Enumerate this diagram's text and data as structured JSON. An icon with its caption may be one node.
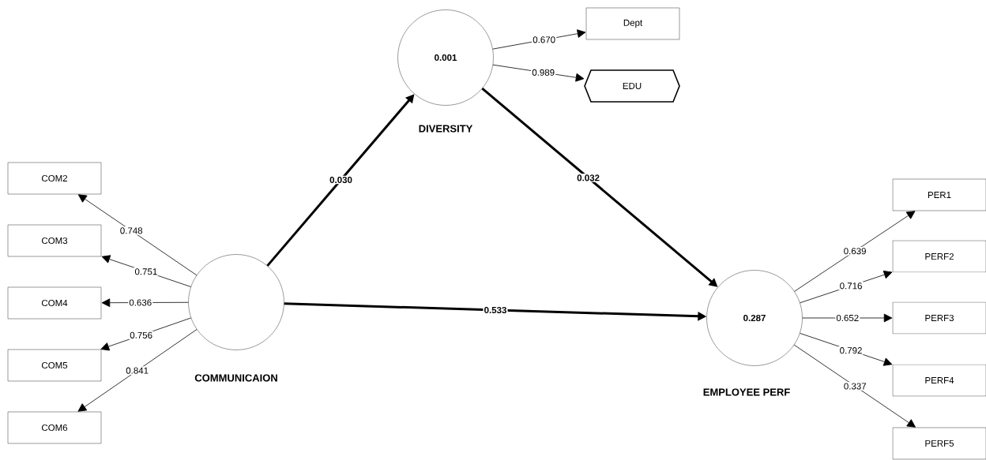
{
  "diagram": {
    "nodes": [
      {
        "text": [
          "0.001",
          "DIVERSITY"
        ]
      },
      {
        "text": [
          "Dept"
        ]
      },
      {
        "text": [
          "EDU"
        ]
      },
      {
        "text": [
          "COMMUNICAION"
        ]
      },
      {
        "text": [
          "COM2"
        ]
      },
      {
        "text": [
          "COM3"
        ]
      },
      {
        "text": [
          "COM4"
        ]
      },
      {
        "text": [
          "COM5"
        ]
      },
      {
        "text": [
          "COM6"
        ]
      },
      {
        "text": [
          "0.287",
          "EMPLOYEE PERF"
        ]
      },
      {
        "text": [
          "PER1"
        ]
      },
      {
        "text": [
          "PERF2"
        ]
      },
      {
        "text": [
          "PERF3"
        ]
      },
      {
        "text": [
          "PERF4"
        ]
      },
      {
        "text": [
          "PERF5"
        ]
      }
    ],
    "edges": [
      {
        "from": 3,
        "to": 0,
        "arrow": "to",
        "label": "0.030",
        "style": "thick"
      },
      {
        "from": 0,
        "to": 9,
        "arrow": "to",
        "label": "0.032",
        "style": "thick"
      },
      {
        "from": 3,
        "to": 9,
        "arrow": "to",
        "label": "0.533",
        "style": "thick"
      },
      {
        "from": 0,
        "to": 1,
        "arrow": "to",
        "label": "0.670"
      },
      {
        "from": 0,
        "to": 2,
        "arrow": "to",
        "label": "0.989"
      },
      {
        "from": 3,
        "to": 4,
        "arrow": "to",
        "label": "0.748"
      },
      {
        "from": 3,
        "to": 5,
        "arrow": "to",
        "label": "0.751"
      },
      {
        "from": 3,
        "to": 6,
        "arrow": "to",
        "label": "0.636"
      },
      {
        "from": 3,
        "to": 7,
        "arrow": "to",
        "label": "0.756"
      },
      {
        "from": 3,
        "to": 8,
        "arrow": "to",
        "label": "0.841"
      },
      {
        "from": 9,
        "to": 10,
        "arrow": "to",
        "label": "0.639"
      },
      {
        "from": 9,
        "to": 11,
        "arrow": "to",
        "label": "0.716"
      },
      {
        "from": 9,
        "to": 12,
        "arrow": "to",
        "label": "0.652"
      },
      {
        "from": 9,
        "to": 13,
        "arrow": "to",
        "label": "0.792"
      },
      {
        "from": 9,
        "to": 14,
        "arrow": "to",
        "label": "0.337"
      }
    ]
  }
}
